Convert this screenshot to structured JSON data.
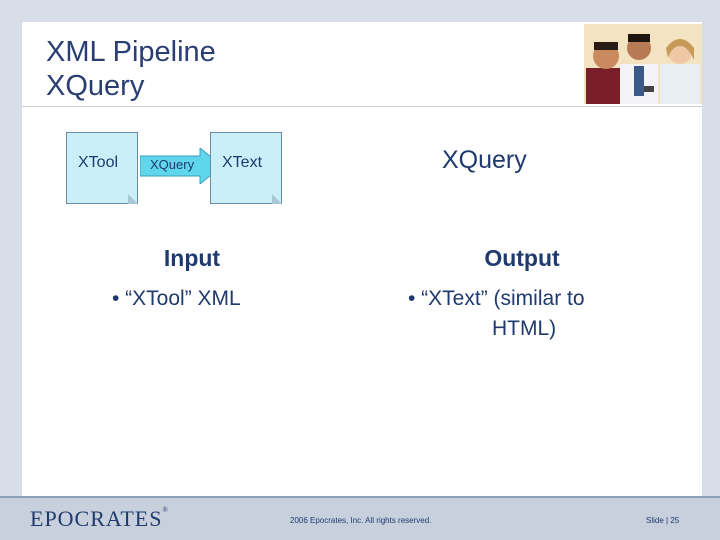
{
  "slide": {
    "title_line1": "XML Pipeline",
    "title_line2": "XQuery"
  },
  "diagram": {
    "input_doc_label": "XTool",
    "arrow_label": "XQuery",
    "output_doc_label": "XText",
    "process_label": "XQuery",
    "doc_color": "#c9f0f8",
    "arrow_color": "#5fd6ec"
  },
  "columns": {
    "input": {
      "heading": "Input",
      "bullet": "• “XTool” XML"
    },
    "output": {
      "heading": "Output",
      "bullet_line1": "• “XText” (similar to",
      "bullet_line2": "HTML)"
    }
  },
  "footer": {
    "logo": "EPOCRATES",
    "tm": "®",
    "copyright": "2006 Epocrates, Inc. All rights reserved.",
    "slide_number": "Slide | 25"
  },
  "colors": {
    "text": "#1f3a6e",
    "frame": "#d7dee8"
  }
}
